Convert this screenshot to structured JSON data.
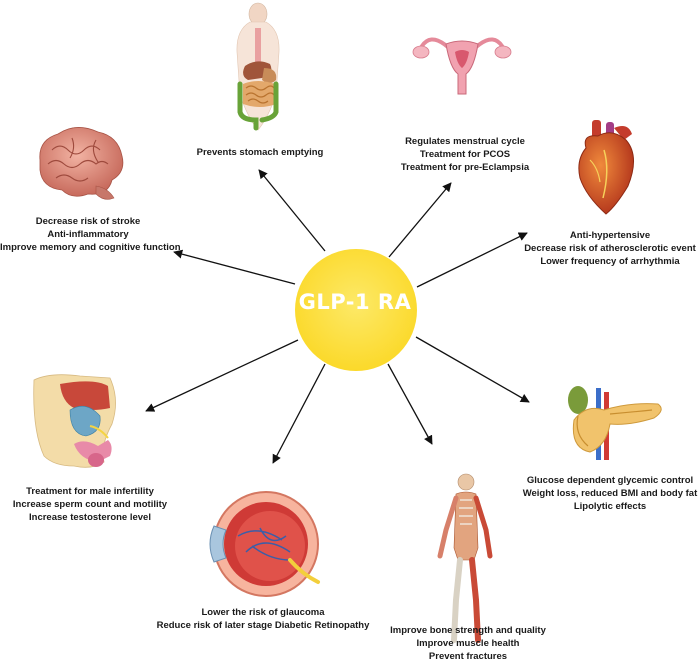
{
  "center": {
    "title": "GLP-1 RA",
    "color": "#fde047"
  },
  "arrow_color": "#111111",
  "nodes": {
    "stomach": {
      "icon": "digestive-system-icon",
      "lines": [
        "Prevents stomach emptying"
      ]
    },
    "reproductive": {
      "icon": "uterus-icon",
      "lines": [
        "Regulates menstrual cycle",
        "Treatment for PCOS",
        "Treatment for pre-Eclampsia"
      ]
    },
    "heart": {
      "icon": "heart-icon",
      "lines": [
        "Anti-hypertensive",
        "Decrease risk of atherosclerotic event",
        "Lower frequency of arrhythmia"
      ]
    },
    "pancreas": {
      "icon": "pancreas-icon",
      "lines": [
        "Glucose dependent glycemic control",
        "Weight loss, reduced BMI and body fat",
        "Lipolytic effects"
      ]
    },
    "musculoskeletal": {
      "icon": "human-body-icon",
      "lines": [
        "Improve bone strength and quality",
        "Improve muscle health",
        "Prevent fractures"
      ]
    },
    "eye": {
      "icon": "eye-icon",
      "lines": [
        "Lower the risk of glaucoma",
        "Reduce risk of later stage Diabetic Retinopathy"
      ]
    },
    "male": {
      "icon": "male-reproductive-icon",
      "lines": [
        "Treatment for male infertility",
        "Increase sperm count and motility",
        "Increase testosterone level"
      ]
    },
    "brain": {
      "icon": "brain-icon",
      "lines": [
        "Decrease risk of stroke",
        "Anti-inflammatory",
        "Improve memory and cognitive function"
      ]
    }
  }
}
